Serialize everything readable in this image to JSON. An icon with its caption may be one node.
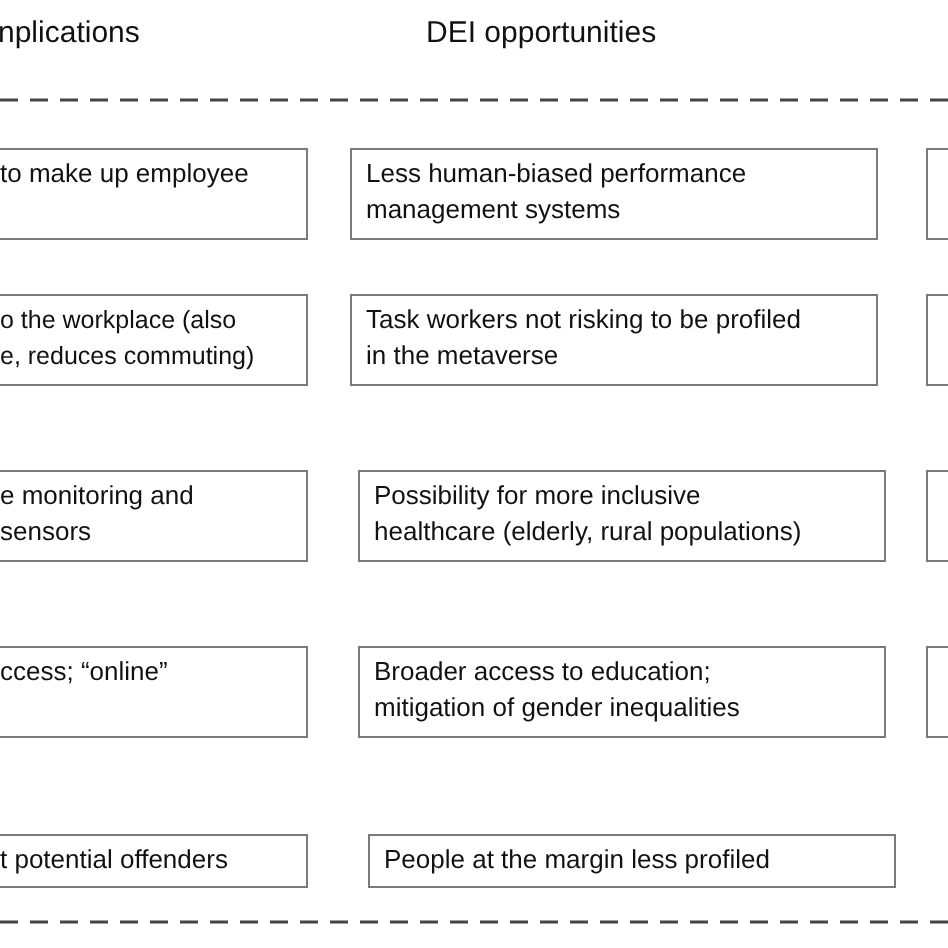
{
  "diagram": {
    "nodes": [
      {
        "text": [
          "to make up employee"
        ]
      },
      {
        "text": [
          "o the workplace (also e, reduces commuting)"
        ]
      },
      {
        "text": [
          "e monitoring and sensors"
        ]
      },
      {
        "text": [
          "ccess; “online”"
        ]
      },
      {
        "text": [
          "t potential offenders"
        ]
      },
      {
        "text": [
          "Less human-biased performance management systems"
        ]
      },
      {
        "text": [
          "Task workers not risking to be profiled in the metaverse"
        ]
      },
      {
        "text": [
          "Possibility for more inclusive healthcare (elderly, rural populations)"
        ]
      },
      {
        "text": [
          "Broader access to education; mitigation of gender inequalities"
        ]
      },
      {
        "text": [
          "People at the margin less profiled"
        ]
      },
      {
        "text": [],
        "shape": "box"
      },
      {
        "text": [],
        "shape": "box"
      },
      {
        "text": [],
        "shape": "box"
      },
      {
        "text": [],
        "shape": "box"
      }
    ],
    "labels": [
      "nplications",
      "DEI opportunities"
    ]
  }
}
